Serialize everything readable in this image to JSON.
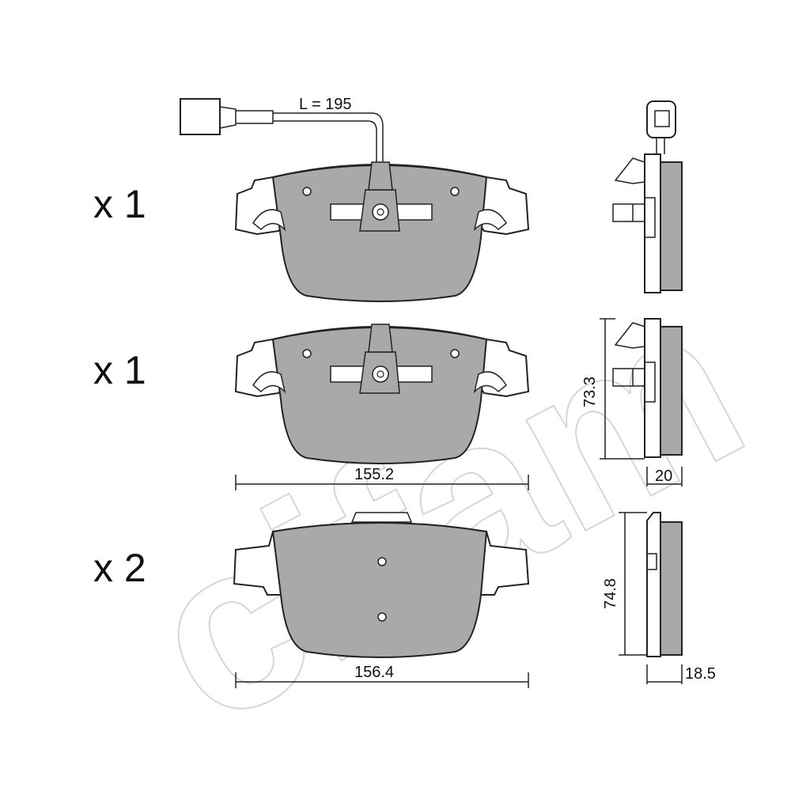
{
  "watermark": {
    "logo_text": "cifam"
  },
  "wire": {
    "length_label": "L = 195"
  },
  "quantities": [
    "x 1",
    "x 1",
    "x 2"
  ],
  "dimensions": {
    "width_pad_1": "155.2",
    "height_pad_1": "73.3",
    "thickness_pad_1": "20",
    "width_pad_2": "156.4",
    "height_pad_2": "74.8",
    "thickness_pad_2": "18.5"
  },
  "colors": {
    "friction": "#a9a9a9",
    "line": "#222222",
    "watermark": "#d6d6d6"
  }
}
